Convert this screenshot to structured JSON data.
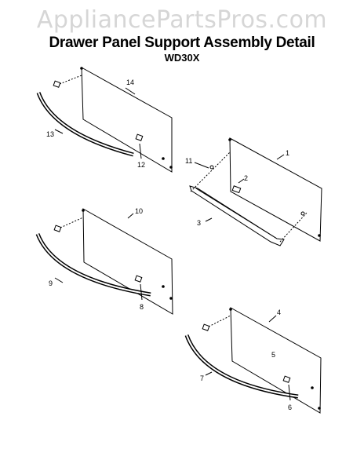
{
  "watermark": "AppliancePartsPros.com",
  "title": "Drawer Panel Support Assembly Detail",
  "subtitle": "WD30X",
  "callouts": [
    "1",
    "2",
    "3",
    "4",
    "5",
    "6",
    "7",
    "8",
    "9",
    "10",
    "11",
    "12",
    "13",
    "14"
  ],
  "footer_left": "",
  "footer_right": ""
}
